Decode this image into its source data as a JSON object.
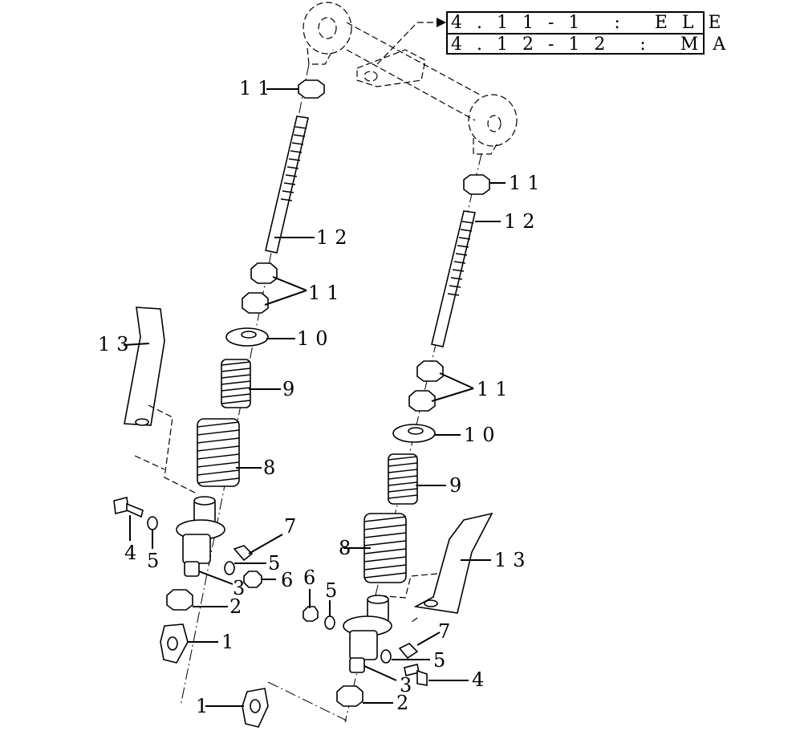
{
  "references": [
    "4.11-1 : ELE",
    "4.12-12 : MA"
  ],
  "callouts": {
    "c1a": "1",
    "c1b": "1",
    "c2a": "2",
    "c2b": "2",
    "c3a": "3",
    "c3b": "3",
    "c4a": "4",
    "c4b": "4",
    "c5a": "5",
    "c5b": "5",
    "c5c": "5",
    "c5d": "5",
    "c6a": "6",
    "c6b": "6",
    "c7a": "7",
    "c7b": "7",
    "c8a": "8",
    "c8b": "8",
    "c9a": "9",
    "c9b": "9",
    "c10a": "10",
    "c10b": "10",
    "c11a": "11",
    "c11b": "11",
    "c11c": "11",
    "c11d": "11",
    "c12a": "12",
    "c12b": "12",
    "c13a": "13",
    "c13b": "13"
  }
}
